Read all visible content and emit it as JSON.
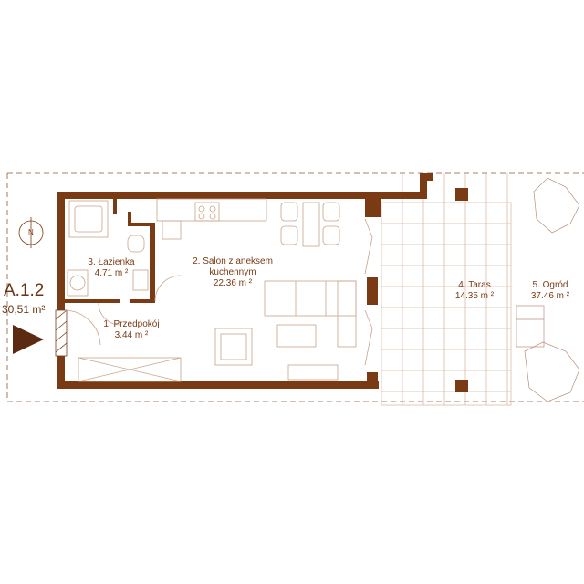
{
  "unit": {
    "code": "A.1.2",
    "area": "30,51 m²"
  },
  "compass": {
    "letter": "N"
  },
  "rooms": [
    {
      "id": "salon",
      "name": "2. Salon z aneksem",
      "name2": "kuchennym",
      "area": "22.36 m ²"
    },
    {
      "id": "lazienka",
      "name": "3. Łazienka",
      "area": "4.71 m ²"
    },
    {
      "id": "przedpokoj",
      "name": "1. Przedpokój",
      "area": "3.44 m ²"
    },
    {
      "id": "taras",
      "name": "4. Taras",
      "area": "14.35 m ²"
    },
    {
      "id": "ogrod",
      "name": "5. Ogród",
      "area": "37.46 m ²"
    }
  ],
  "colors": {
    "wall": "#7a3a14",
    "line": "#c9a48a",
    "text": "#7a3a14"
  }
}
